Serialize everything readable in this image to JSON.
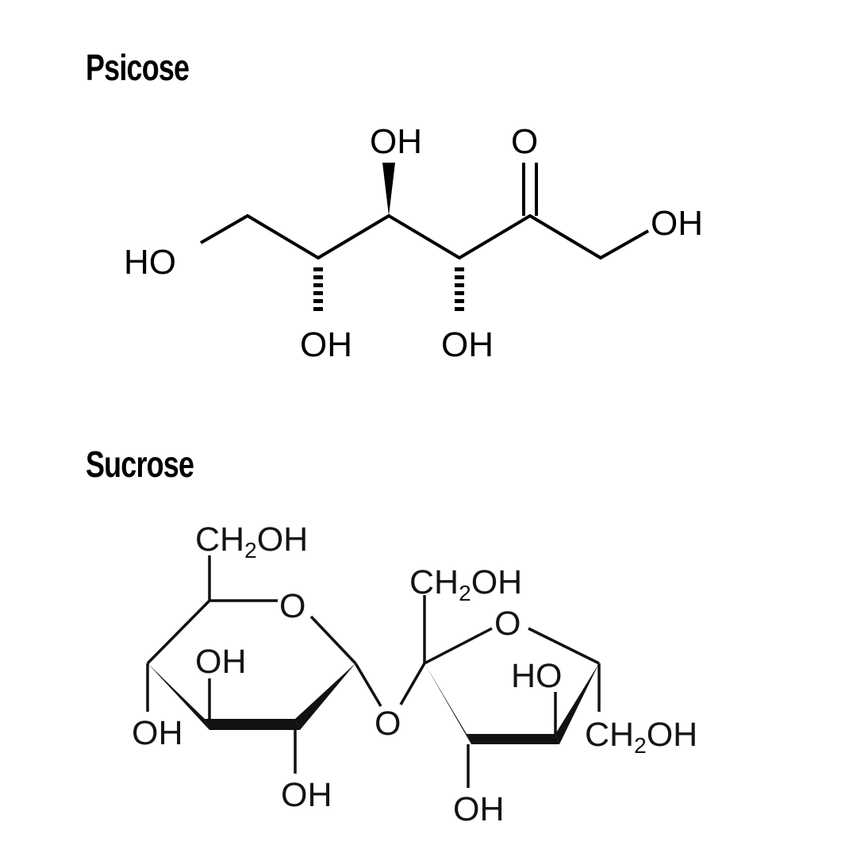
{
  "molecules": [
    {
      "name": "Psicose",
      "type": "open-chain ketohexose",
      "labels": {
        "c1_oh": "HO",
        "c2_oh": "OH",
        "c3_oh": "OH",
        "c4_oh": "OH",
        "c5_o": "O",
        "c6_oh": "OH"
      },
      "stereo": {
        "c2": "hashed (down)",
        "c3": "wedge (up)",
        "c4": "hashed (down)",
        "c5": "double bond to O"
      }
    },
    {
      "name": "Sucrose",
      "type": "disaccharide (glucopyranose + fructofuranose)",
      "glucose": {
        "ch2oh": "CH",
        "ch2oh_sub": "2",
        "ch2oh_tail": "OH",
        "ring_o": "O",
        "c2_oh": "OH",
        "c3_oh": "OH",
        "c4_oh": "OH"
      },
      "glycosidic_o": "O",
      "fructose": {
        "ch2oh_top": "CH",
        "ch2oh_top_sub": "2",
        "ch2oh_top_tail": "OH",
        "ring_o": "O",
        "c3_oh": "OH",
        "c4_oh": "HO",
        "ch2oh_right": "CH",
        "ch2oh_right_sub": "2",
        "ch2oh_right_tail": "OH"
      }
    }
  ],
  "colors": {
    "background": "#ffffff",
    "ink": "#000000"
  }
}
